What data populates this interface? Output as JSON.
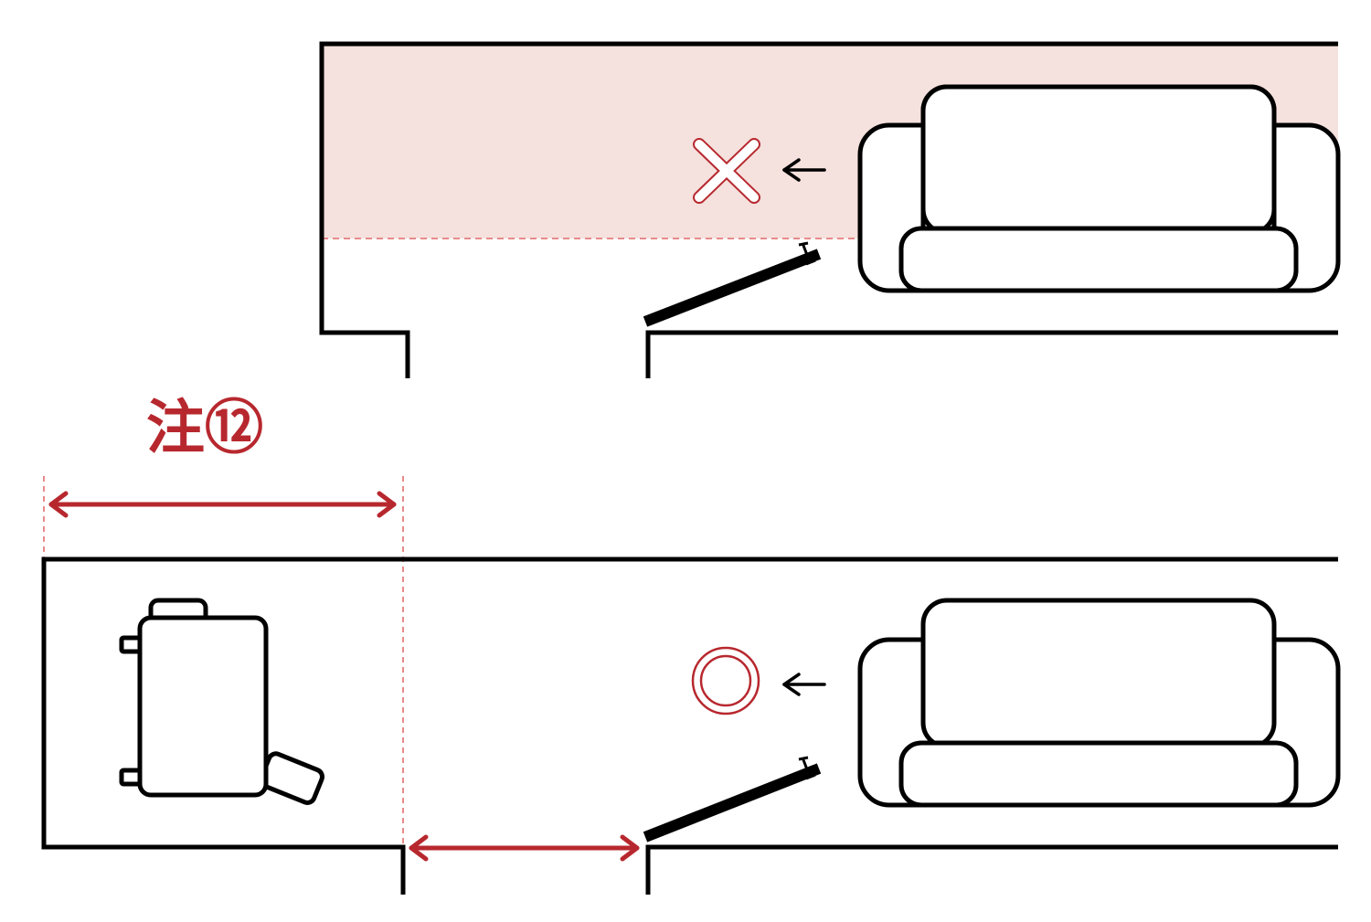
{
  "note": {
    "label": "注⑫"
  },
  "colors": {
    "wall": "#000000",
    "accent_red": "#b7282e",
    "blocked_zone": "#f5e1dd",
    "guide_line": "#e88a8a",
    "furniture_fill": "#ffffff"
  },
  "scenarios": [
    {
      "id": "top",
      "verdict": "ng",
      "verdict_icon": "cross-icon",
      "has_blocked_zone": true,
      "has_obstacle": false
    },
    {
      "id": "bottom",
      "verdict": "ok",
      "verdict_icon": "double-circle-icon",
      "has_blocked_zone": false,
      "has_obstacle": true,
      "obstacle_icon": "suitcase-icon"
    }
  ],
  "icons": {
    "furniture": "sofa-icon",
    "motion": "arrow-left-icon",
    "door": "door-leaf-icon"
  }
}
